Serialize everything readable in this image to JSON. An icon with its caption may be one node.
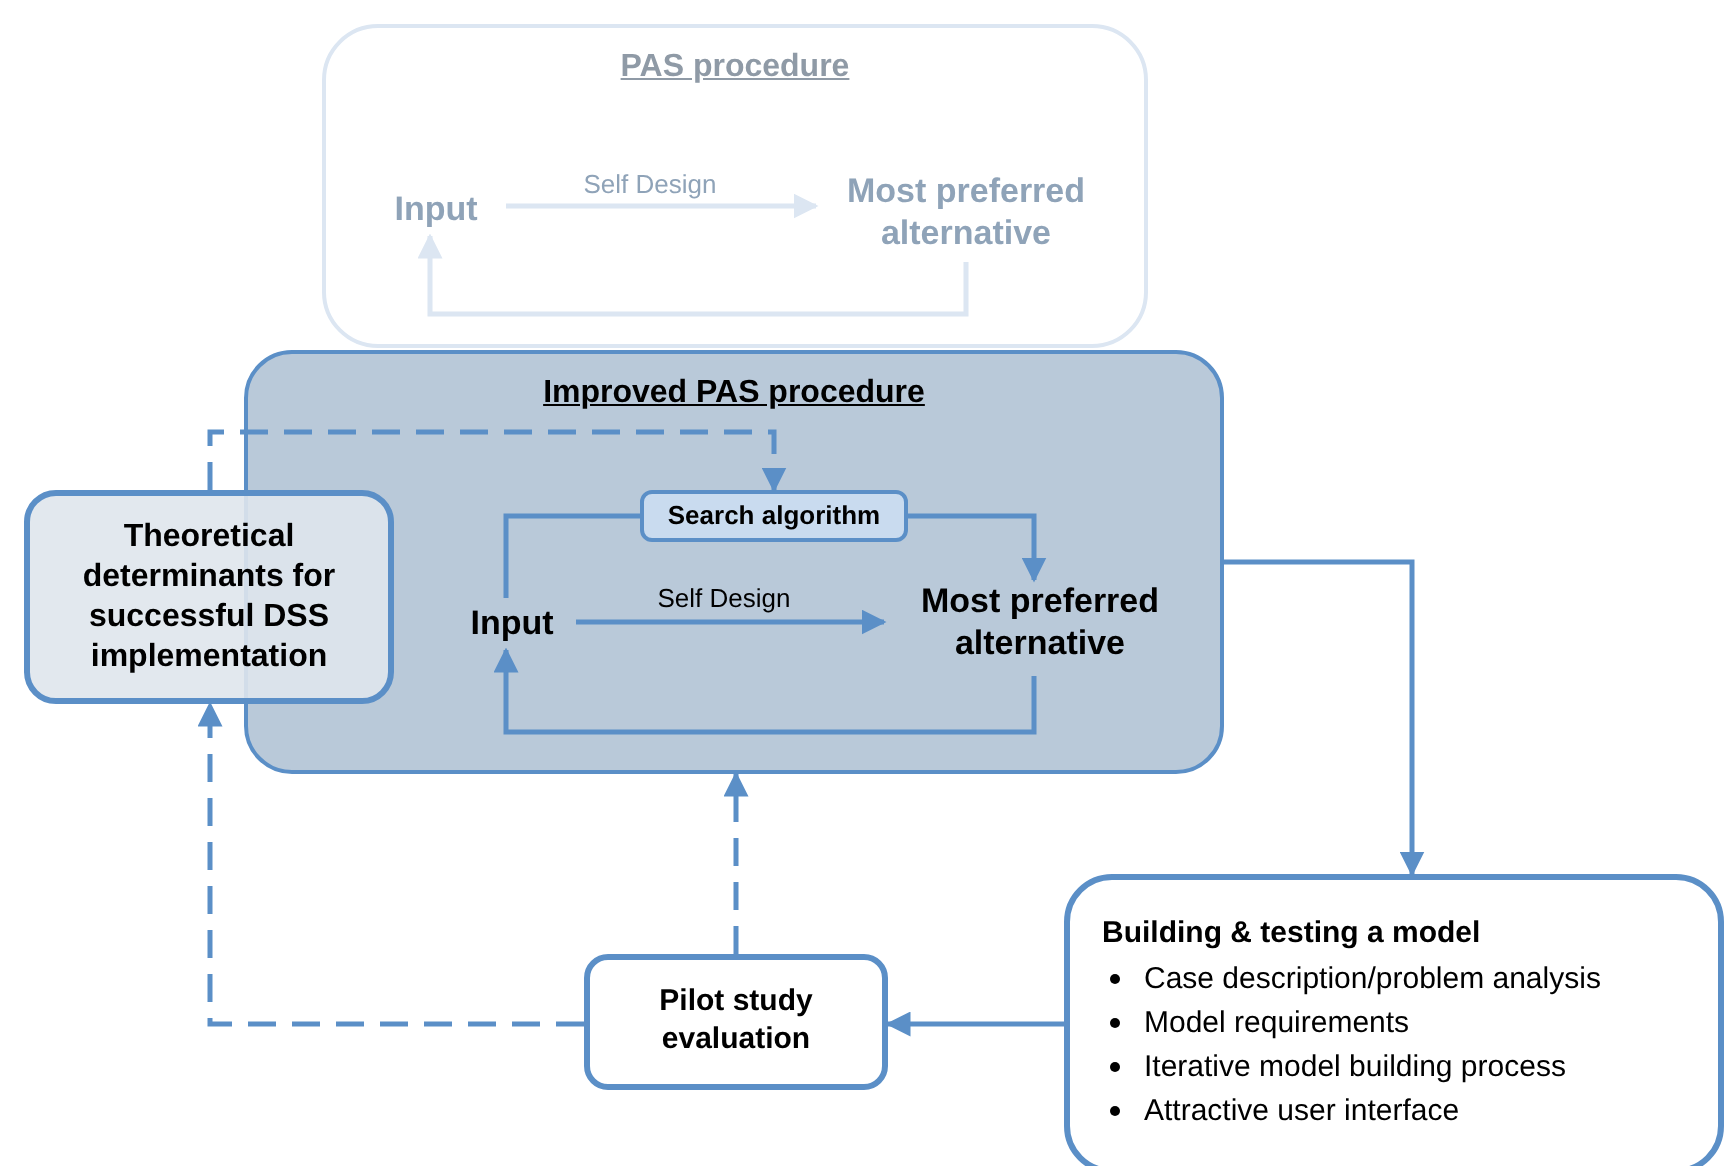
{
  "diagram": {
    "nodes": [
      {
        "text": [
          "PAS procedure"
        ]
      },
      {
        "text": [
          "Input"
        ],
        "in": 0
      },
      {
        "text": [
          "Most preferred alternative"
        ],
        "in": 0
      },
      {
        "text": [
          "Improved PAS procedure"
        ]
      },
      {
        "text": [
          "Search algorithm"
        ],
        "in": 3
      },
      {
        "text": [
          "Input"
        ],
        "in": 3
      },
      {
        "text": [
          "Most preferred alternative"
        ],
        "in": 3
      },
      {
        "text": [
          "Theoretical determinants for successful DSS implementation"
        ]
      },
      {
        "text": [
          "Pilot study evaluation"
        ]
      },
      {
        "text": [
          "Building & testing a model",
          "Case description/problem analysis",
          "Model requirements",
          "Iterative model building process",
          "Attractive user interface"
        ]
      }
    ],
    "edges": [
      {
        "from": 1,
        "to": 2,
        "arrow": "to",
        "label": "Self Design",
        "color": "#dce6f2"
      },
      {
        "from": 2,
        "to": 1,
        "arrow": "to",
        "color": "#dce6f2"
      },
      {
        "from": 5,
        "to": 6,
        "arrow": "to",
        "label": "Self Design"
      },
      {
        "from": 6,
        "to": 5,
        "arrow": "to"
      },
      {
        "from": 5,
        "to": 4,
        "arrow": "none"
      },
      {
        "from": 4,
        "to": 6,
        "arrow": "to"
      },
      {
        "from": 7,
        "to": 4,
        "arrow": "to",
        "style": "dashed"
      },
      {
        "from": 3,
        "to": 9,
        "arrow": "to"
      },
      {
        "from": 9,
        "to": 8,
        "arrow": "to"
      },
      {
        "from": 8,
        "to": 3,
        "arrow": "to",
        "style": "dashed"
      },
      {
        "from": 8,
        "to": 7,
        "arrow": "to",
        "style": "dashed"
      }
    ]
  }
}
